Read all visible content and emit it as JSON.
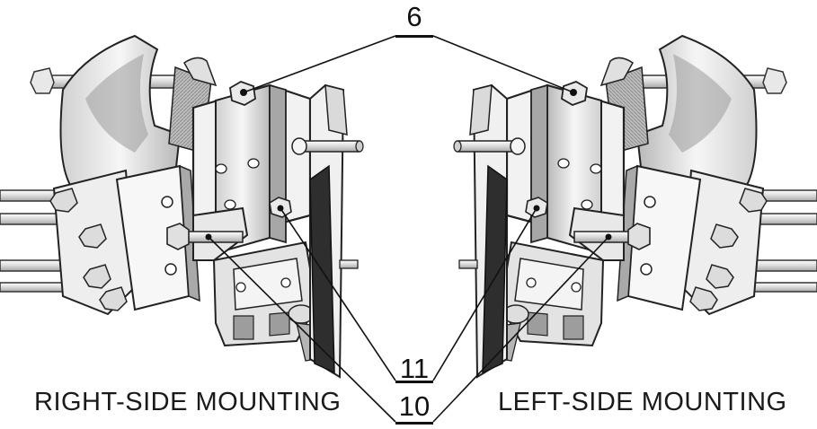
{
  "captions": {
    "right": "RIGHT-SIDE MOUNTING",
    "left": "LEFT-SIDE MOUNTING"
  },
  "callouts": {
    "bolt_top": "6",
    "bolt_mid": "11",
    "bolt_low": "10"
  },
  "colors": {
    "line": "#111111",
    "metal_light": "#f2f2f2",
    "metal_mid": "#c9c9c9",
    "metal_dark": "#8e8e8e"
  }
}
